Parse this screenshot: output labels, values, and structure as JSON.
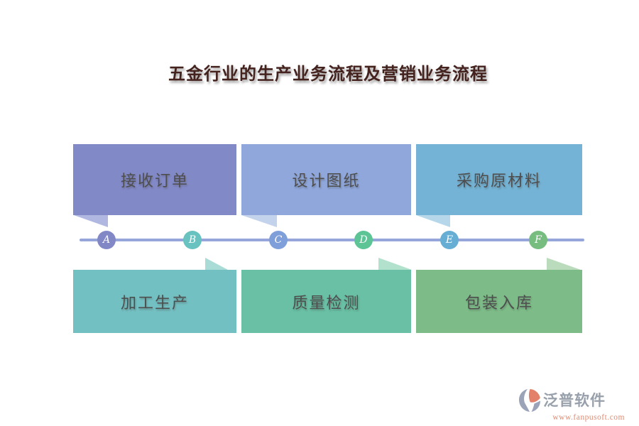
{
  "title": {
    "text": "五金行业的生产业务流程及营销业务流程",
    "color": "#44221e"
  },
  "timeline": {
    "line_color": "#96a6db",
    "nodes": [
      {
        "label": "A",
        "color": "#8287c6"
      },
      {
        "label": "B",
        "color": "#68c2bf"
      },
      {
        "label": "C",
        "color": "#7f9fda"
      },
      {
        "label": "D",
        "color": "#5dc495"
      },
      {
        "label": "E",
        "color": "#66aed3"
      },
      {
        "label": "F",
        "color": "#77bd80"
      }
    ]
  },
  "flow": {
    "top_row": [
      {
        "label": "接收订单",
        "node": "A",
        "box_color": "#8289c7",
        "tail_color": "#b0b8e2"
      },
      {
        "label": "设计图纸",
        "node": "C",
        "box_color": "#8fa7db",
        "tail_color": "#c4d3ec"
      },
      {
        "label": "采购原材料",
        "node": "E",
        "box_color": "#74b3d5",
        "tail_color": "#b6d7e9"
      }
    ],
    "bottom_row": [
      {
        "label": "加工生产",
        "node": "B",
        "box_color": "#73c0c2",
        "tail_color": "#a9dcd7"
      },
      {
        "label": "质量检测",
        "node": "D",
        "box_color": "#69c0a4",
        "tail_color": "#b2e2cd"
      },
      {
        "label": "包装入库",
        "node": "F",
        "box_color": "#7dbc88",
        "tail_color": "#badcbc"
      }
    ],
    "label_text_color": "#4e4e4e"
  },
  "watermark": {
    "brand": "泛普软件",
    "url": "www.fanpusoft.com",
    "brand_color": "#98a0ab",
    "url_color": "#df8a72",
    "icon_gray": "#9aa3b8",
    "icon_orange": "#e2806a"
  }
}
